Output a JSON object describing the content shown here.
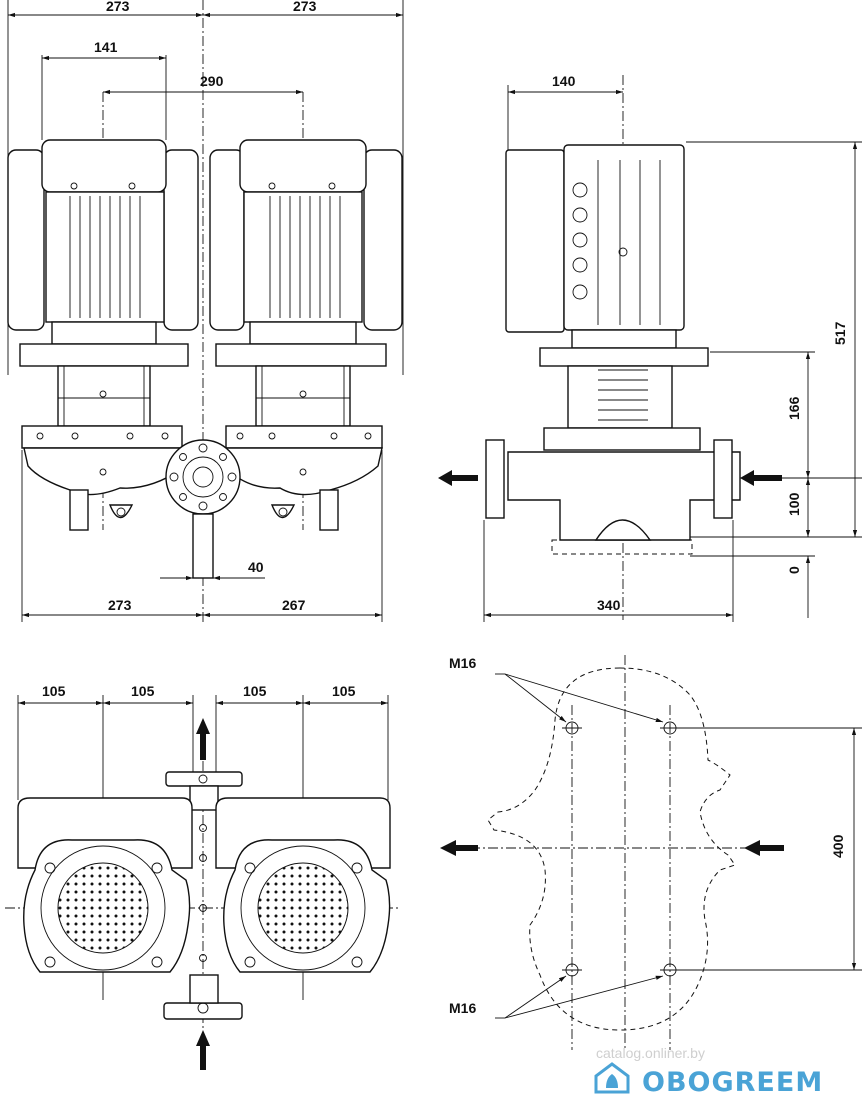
{
  "dimensions": {
    "front": {
      "top_left": "273",
      "top_right": "273",
      "motor_width": "141",
      "center_distance": "290",
      "bottom_left": "273",
      "bottom_right": "267",
      "pipe_offset": "40"
    },
    "side": {
      "top_width": "140",
      "total_height": "517",
      "motor_height": "166",
      "base_height": "100",
      "datum": "0",
      "bottom_width": "340"
    },
    "plan": {
      "seg1": "105",
      "seg2": "105",
      "seg3": "105",
      "seg4": "105"
    },
    "footprint": {
      "bolt_top": "M16",
      "bolt_bottom": "M16",
      "spacing": "400"
    }
  },
  "watermark": "catalog.onliner.by",
  "brand": {
    "name": "OBOGREEM",
    "color": "#4aa3d6"
  }
}
